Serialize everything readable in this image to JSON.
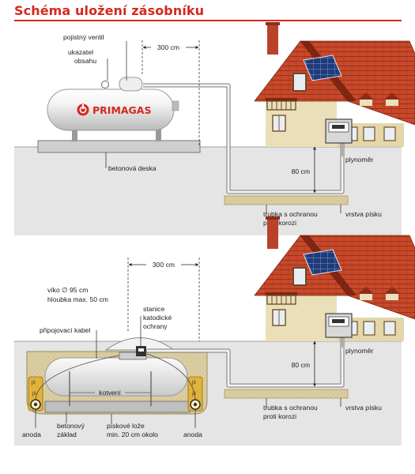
{
  "title": "Schéma uložení zásobníku",
  "colors": {
    "accent": "#d6281e",
    "ground": "#e5e5e5",
    "sand": "#d9cc9e",
    "roof": "#c8492a",
    "wall": "#eadfb8"
  },
  "top_diagram": {
    "brand": "PRIMAGAS",
    "safety_valve": "pojistný ventil",
    "gauge_line1": "ukazatel",
    "gauge_line2": "obsahu",
    "distance": "300 cm",
    "concrete_slab": "betonová deska",
    "gas_meter": "plynoměr",
    "depth": "80 cm",
    "pipe_line1": "trubka s ochranou",
    "pipe_line2": "proti korozi",
    "sand_layer": "vrstva písku"
  },
  "bottom_diagram": {
    "distance": "300 cm",
    "lid_line1": "víko ∅ 95 cm",
    "lid_line2": "hloubka max. 50 cm",
    "station_line1": "stanice",
    "station_line2": "katodické",
    "station_line3": "ochrany",
    "cable": "připojovací kabel",
    "anchoring": "kotvení",
    "gas_meter": "plynoměr",
    "depth": "80 cm",
    "pipe_line1": "trubka s ochranou",
    "pipe_line2": "proti korozi",
    "sand_layer": "vrstva písku",
    "anode_left": "anoda",
    "anode_right": "anoda",
    "base_line1": "betonový",
    "base_line2": "základ",
    "sand_bed_line1": "pískové lože",
    "sand_bed_line2": "min. 20 cm okolo",
    "tag_left_1": "jíl",
    "tag_left_2": "jíl",
    "tag_right_1": "jíl",
    "tag_right_2": "jíl"
  }
}
